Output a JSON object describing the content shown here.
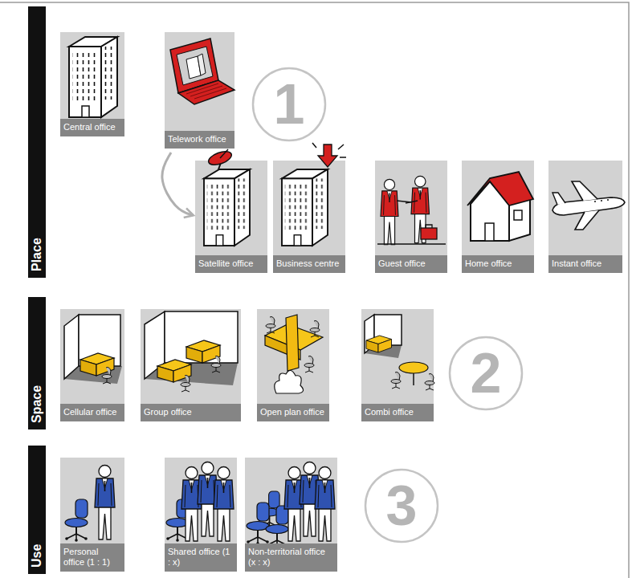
{
  "diagram": {
    "nodes": [
      {
        "text": [
          "Place"
        ]
      },
      {
        "text": [
          "Central office"
        ]
      },
      {
        "text": [
          "Telework office"
        ]
      },
      {
        "text": [
          "1"
        ]
      },
      {
        "text": [
          "Satellite office"
        ]
      },
      {
        "text": [
          "Business centre"
        ]
      },
      {
        "text": [
          "Guest office"
        ]
      },
      {
        "text": [
          "Home office"
        ]
      },
      {
        "text": [
          "Instant office"
        ]
      },
      {
        "text": [
          "Space"
        ]
      },
      {
        "text": [
          "Cellular office"
        ]
      },
      {
        "text": [
          "Group office"
        ]
      },
      {
        "text": [
          "Open plan office"
        ]
      },
      {
        "text": [
          "Combi office"
        ]
      },
      {
        "text": [
          "2"
        ]
      },
      {
        "text": [
          "Use"
        ]
      },
      {
        "text": [
          "Personal office (1 : 1)"
        ]
      },
      {
        "text": [
          "Shared office (1 : x)"
        ]
      },
      {
        "text": [
          "Non-territorial office (x : x)"
        ]
      },
      {
        "text": [
          "3"
        ]
      }
    ],
    "edges": [
      {
        "from": 2,
        "to": 4,
        "arrow": "to"
      }
    ]
  }
}
